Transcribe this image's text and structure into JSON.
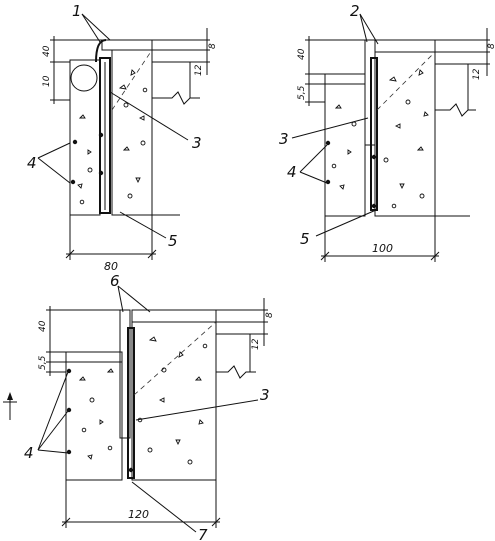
{
  "sections": [
    {
      "id": "a",
      "callouts": [
        "1",
        "3",
        "4",
        "5"
      ],
      "dims": {
        "top": "8",
        "mid": "12",
        "left_upper": "40",
        "left_lower": "10",
        "width": "80"
      }
    },
    {
      "id": "b",
      "callouts": [
        "2",
        "3",
        "4",
        "5"
      ],
      "dims": {
        "top": "8",
        "mid": "12",
        "left_upper": "40",
        "left_lower": "5,5",
        "width": "100"
      }
    },
    {
      "id": "c",
      "callouts": [
        "6",
        "4",
        "3",
        "7"
      ],
      "dims": {
        "top": "8",
        "mid": "12",
        "left_upper": "40",
        "left_lower": "5,5",
        "width": "120"
      }
    }
  ]
}
